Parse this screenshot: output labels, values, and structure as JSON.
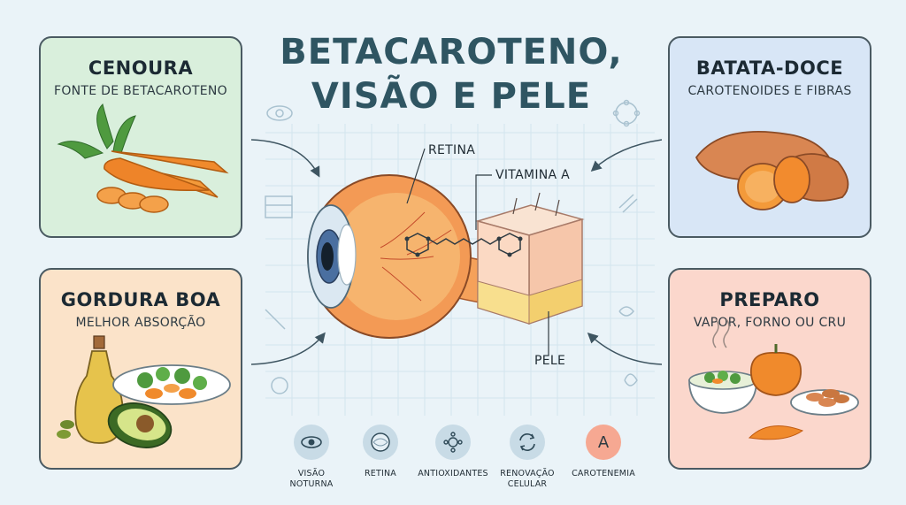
{
  "title": {
    "line1": "BETACAROTENO,",
    "line2": "VISÃO E PELE"
  },
  "cards": {
    "carrot": {
      "title": "CENOURA",
      "subtitle": "FONTE DE BETACAROTENO"
    },
    "sweet_potato": {
      "title": "BATATA-DOCE",
      "subtitle": "CAROTENOIDES E FIBRAS"
    },
    "good_fat": {
      "title": "GORDURA BOA",
      "subtitle": "MELHOR ABSORÇÃO"
    },
    "preparation": {
      "title": "PREPARO",
      "subtitle": "VAPOR, FORNO OU CRU"
    }
  },
  "diagram_labels": {
    "retina": "RETINA",
    "vitamin_a": "VITAMINA A",
    "skin": "PELE"
  },
  "bottom_icons": [
    {
      "icon": "eye-icon",
      "line1": "VISÃO",
      "line2": "NOTURNA"
    },
    {
      "icon": "retina-icon",
      "line1": "RETINA",
      "line2": ""
    },
    {
      "icon": "antioxidant-icon",
      "line1": "ANTIOXIDANTES",
      "line2": ""
    },
    {
      "icon": "renewal-icon",
      "line1": "RENOVAÇÃO",
      "line2": "CELULAR"
    },
    {
      "icon": "carotenemia-icon",
      "line1": "CAROTENEMIA",
      "line2": "",
      "glyph": "A"
    }
  ],
  "colors": {
    "background": "#eaf3f8",
    "title": "#2f5562",
    "carrot_card": "#d9efdc",
    "sweet_potato_card": "#d8e6f6",
    "fat_card": "#fbe3c9",
    "prep_card": "#fbd7cc",
    "orange": "#f08a2c"
  }
}
